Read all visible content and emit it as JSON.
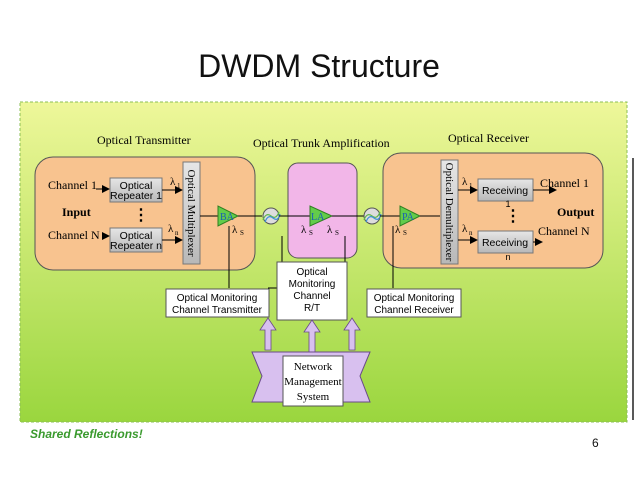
{
  "slide": {
    "title": "DWDM Structure",
    "brand": "Shared Reflections!",
    "page_number": "6"
  },
  "sections": {
    "transmitter": "Optical Transmitter",
    "amplification": "Optical Trunk Amplification",
    "receiver": "Optical Receiver"
  },
  "left": {
    "channel1": "Channel 1",
    "input": "Input",
    "channelN": "Channel N",
    "repeater1_line1": "Optical",
    "repeater1_line2": "Repeater 1",
    "repeaterN_line1": "Optical",
    "repeaterN_line2": "Repeater n",
    "multiplexer": "Optical Multiplexer"
  },
  "right": {
    "channel1": "Channel 1",
    "output": "Output",
    "channelN": "Channel N",
    "receiving1_line1": "Receiving",
    "receiving1_line2": "1",
    "receivingN_line1": "Receiving",
    "receivingN_line2": "n",
    "demultiplexer": "Optical Demultiplexer"
  },
  "amps": {
    "ba": "BA",
    "la": "LA",
    "pa": "PA"
  },
  "symbols": {
    "lambda": "λ",
    "sub1": "1",
    "subn": "n",
    "subs": "S",
    "dots": "⋮"
  },
  "monitoring": {
    "transmitter_line1": "Optical Monitoring",
    "transmitter_line2": "Channel Transmitter",
    "rt_line1": "Optical",
    "rt_line2": "Monitoring",
    "rt_line3": "Channel",
    "rt_line4": "R/T",
    "receiver_line1": "Optical Monitoring",
    "receiver_line2": "Channel Receiver"
  },
  "nms": {
    "line1": "Network",
    "line2": "Management",
    "line3": "System"
  },
  "colors": {
    "panel_top": "#eef79a",
    "panel_bottom": "#9ad63e",
    "peach": "#f8c38f",
    "pink": "#f2b6e8",
    "gray_box": "#cfcfcf",
    "amp_green": "#63cc4a",
    "lavender": "#d8c0ef",
    "wave_green": "#5fb84a",
    "wave_blue": "#3a8fd8"
  }
}
